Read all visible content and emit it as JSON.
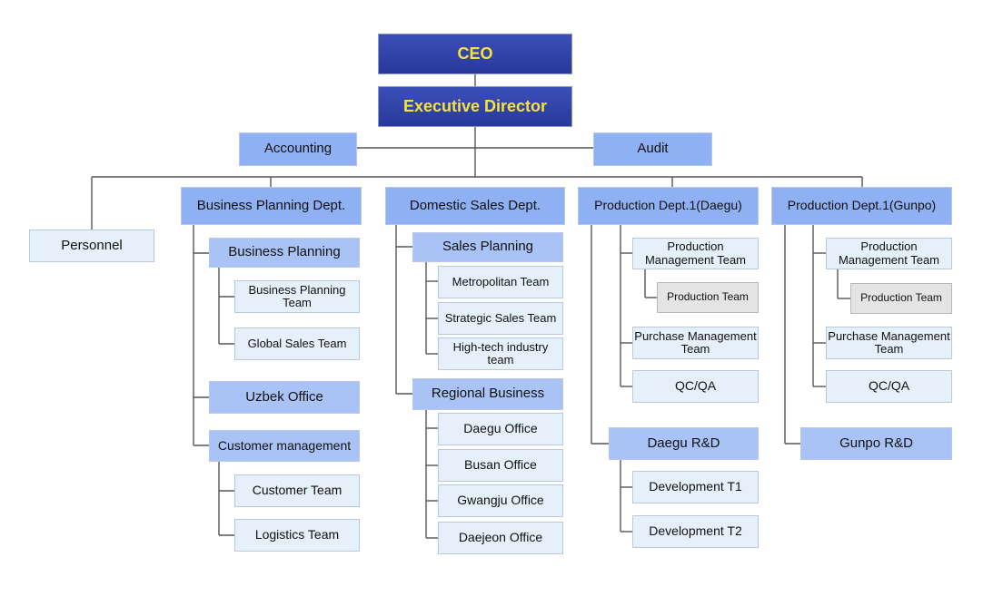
{
  "colors": {
    "executive_fill": "#2f44a8",
    "executive_text": "#f7e23b",
    "department_fill": "#8fb0f3",
    "team_fill": "#e5f0fb",
    "leaf_grey": "#e4e4e4",
    "line": "#555555"
  },
  "org": {
    "ceo": "CEO",
    "executive_director": "Executive Director",
    "accounting": "Accounting",
    "audit": "Audit",
    "personnel": "Personnel",
    "business_planning_dept": {
      "label": "Business Planning Dept.",
      "business_planning": "Business Planning",
      "business_planning_team": "Business Planning Team",
      "global_sales_team": "Global Sales Team",
      "uzbek_office": "Uzbek Office",
      "customer_management": "Customer management",
      "customer_team": "Customer Team",
      "logistics_team": "Logistics Team"
    },
    "domestic_sales_dept": {
      "label": "Domestic Sales Dept.",
      "sales_planning": "Sales Planning",
      "metropolitan_team": "Metropolitan Team",
      "strategic_sales_team": "Strategic Sales Team",
      "hightech_industry_team": "High-tech industry team",
      "regional_business": "Regional Business",
      "daegu_office": "Daegu Office",
      "busan_office": "Busan Office",
      "gwangju_office": "Gwangju Office",
      "daejeon_office": "Daejeon Office"
    },
    "production_daegu": {
      "label": "Production Dept.1(Daegu)",
      "production_management_team": "Production Management Team",
      "production_team": "Production Team",
      "purchase_management_team": "Purchase Management Team",
      "qcqa": "QC/QA",
      "rnd": "Daegu R&D",
      "development_t1": "Development T1",
      "development_t2": "Development T2"
    },
    "production_gunpo": {
      "label": "Production Dept.1(Gunpo)",
      "production_management_team": "Production Management Team",
      "production_team": "Production Team",
      "purchase_management_team": "Purchase Management Team",
      "qcqa": "QC/QA",
      "rnd": "Gunpo R&D"
    }
  }
}
